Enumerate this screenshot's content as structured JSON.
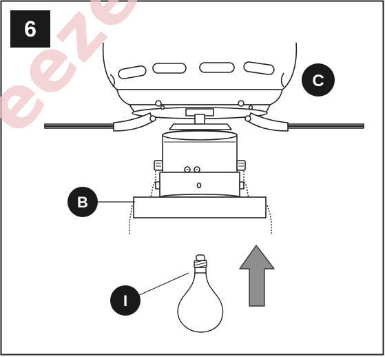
{
  "step": {
    "number": "6"
  },
  "callouts": {
    "c": "C",
    "b": "B",
    "i": "I"
  },
  "watermark": {
    "text": "eeze"
  },
  "colors": {
    "badge_bg": "#1a1a1a",
    "callout_bg": "#1a1a1a",
    "arrow_fill": "#8e8e8e",
    "line": "#222222",
    "watermark": "#f1c7c7"
  },
  "icons": {
    "direction": "up-arrow-icon",
    "bulb": "light-bulb-icon"
  }
}
